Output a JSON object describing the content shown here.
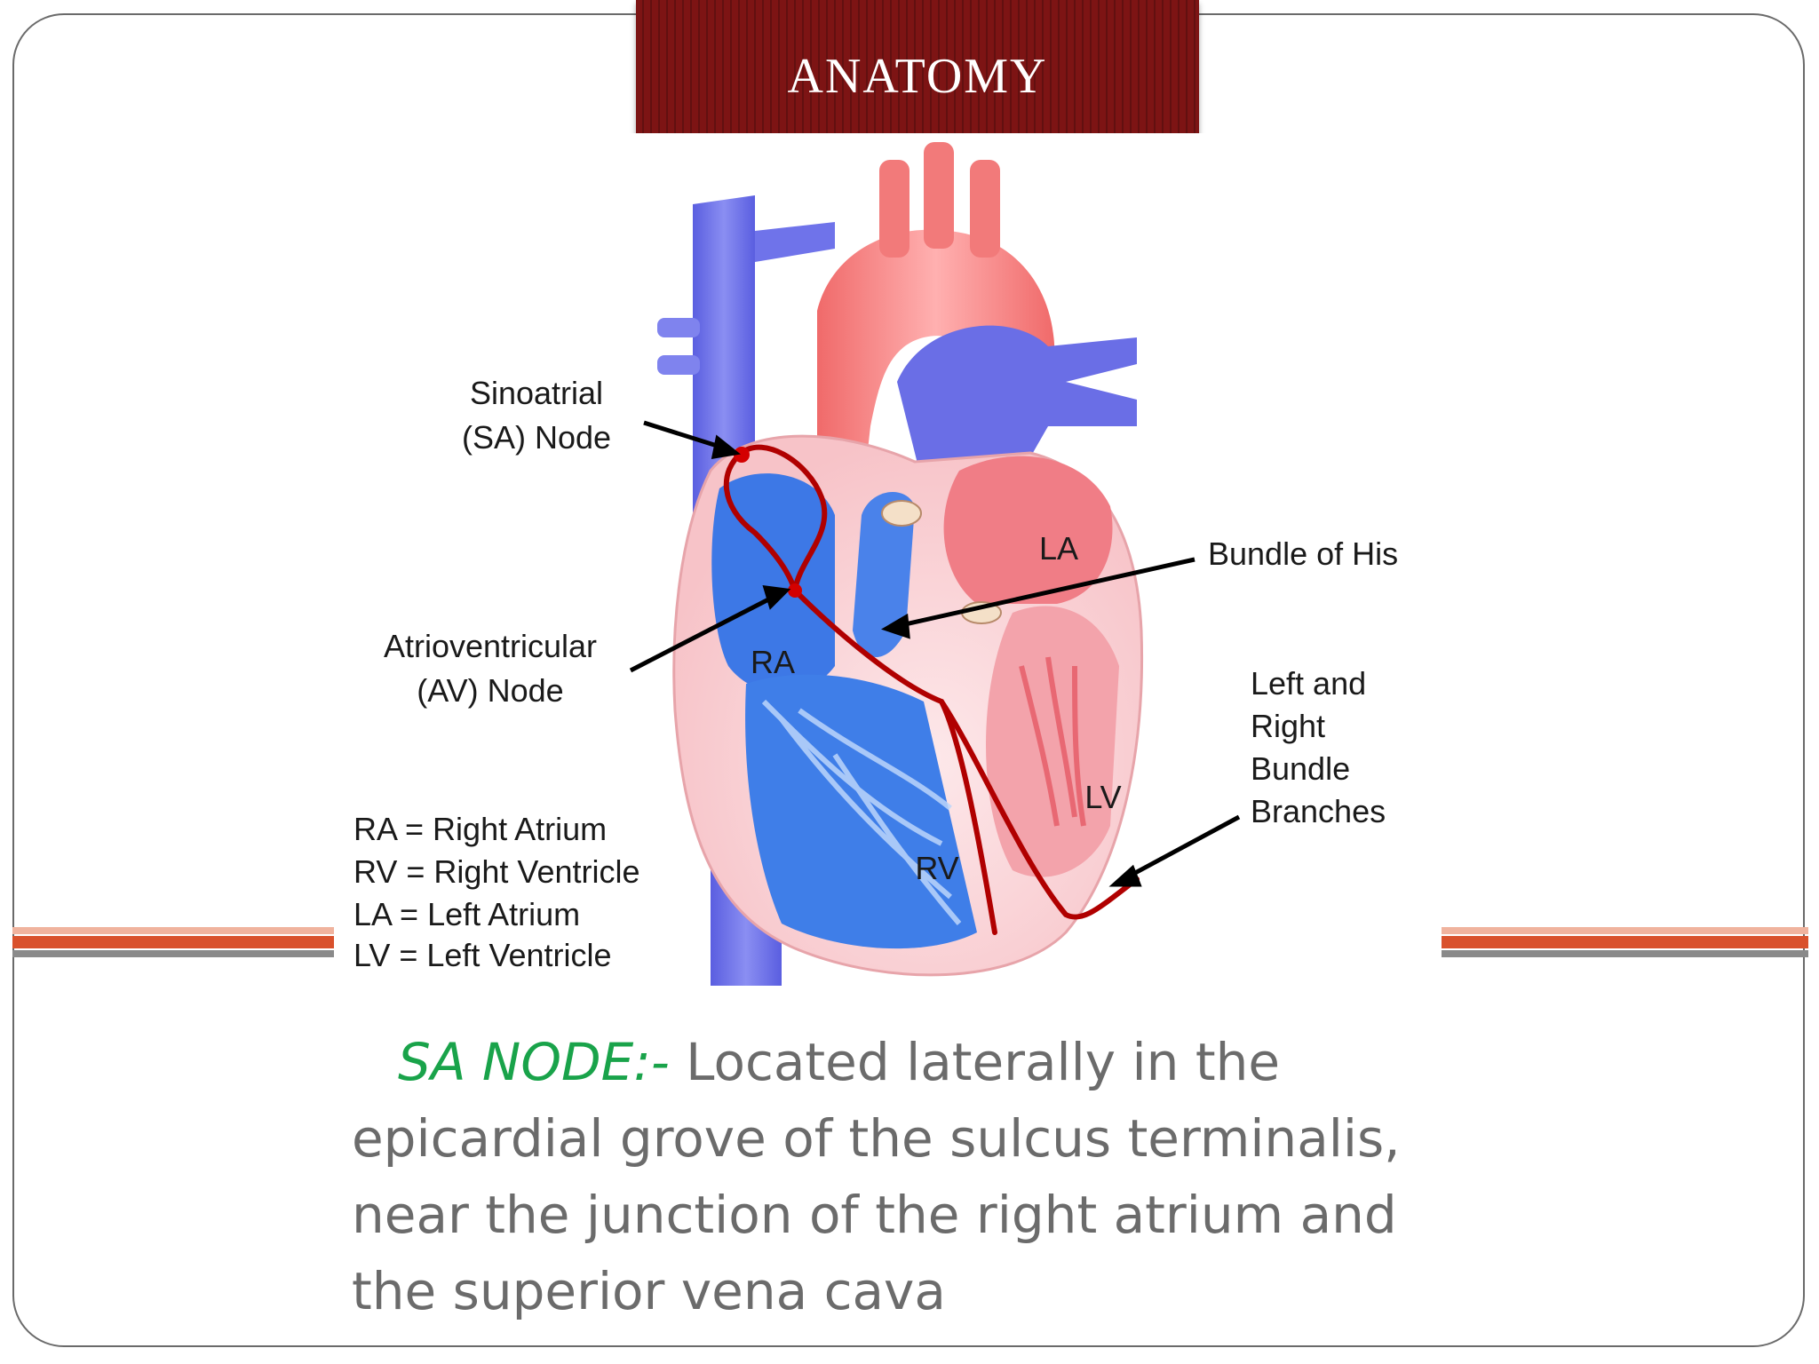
{
  "slide": {
    "title": "ANATOMY",
    "colors": {
      "banner": "#7d1414",
      "accent_orange": "#d9512c",
      "lead_green": "#19a34a",
      "body_gray": "#6b6b6b"
    }
  },
  "diagram": {
    "labels": {
      "sa_node_line1": "Sinoatrial",
      "sa_node_line2": "(SA) Node",
      "av_node_line1": "Atrioventricular",
      "av_node_line2": "(AV) Node",
      "bundle_of_his": "Bundle of His",
      "branches_line1": "Left and",
      "branches_line2": "Right",
      "branches_line3": "Bundle",
      "branches_line4": "Branches",
      "ra": "RA",
      "rv": "RV",
      "la": "LA",
      "lv": "LV"
    },
    "legend": [
      "RA = Right Atrium",
      "RV = Right Ventricle",
      "LA = Left Atrium",
      "LV = Left Ventricle"
    ]
  },
  "body": {
    "lead": "SA NODE:-",
    "line1_rest": " Located laterally in the",
    "line2": "epicardial grove of the sulcus terminalis,",
    "line3": "near the junction of the right atrium and",
    "line4": "the superior vena cava"
  }
}
